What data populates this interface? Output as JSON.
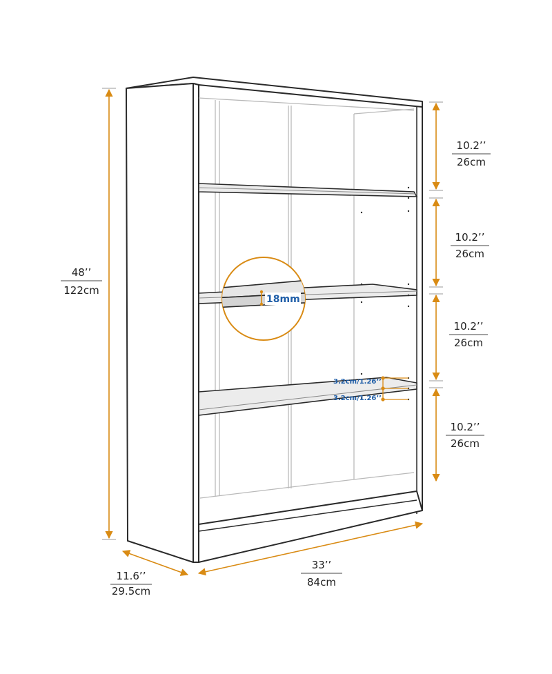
{
  "colors": {
    "accent": "#d98b14",
    "line": "#2a2a2a",
    "inner": "#b9b9b9",
    "label_blue": "#1f5ea8"
  },
  "dimensions": {
    "height": {
      "inch": "48’’",
      "cm": "122cm"
    },
    "depth": {
      "inch": "11.6’’",
      "cm": "29.5cm"
    },
    "width": {
      "inch": "33’’",
      "cm": "84cm"
    },
    "shelf_spacing": [
      {
        "inch": "10.2’’",
        "cm": "26cm"
      },
      {
        "inch": "10.2’’",
        "cm": "26cm"
      },
      {
        "inch": "10.2’’",
        "cm": "26cm"
      },
      {
        "inch": "10.2’’",
        "cm": "26cm"
      }
    ],
    "shelf_thickness": "18mm",
    "hole_spacing": [
      "3.2cm/1.26’’",
      "3.2cm/1.26’’"
    ]
  }
}
